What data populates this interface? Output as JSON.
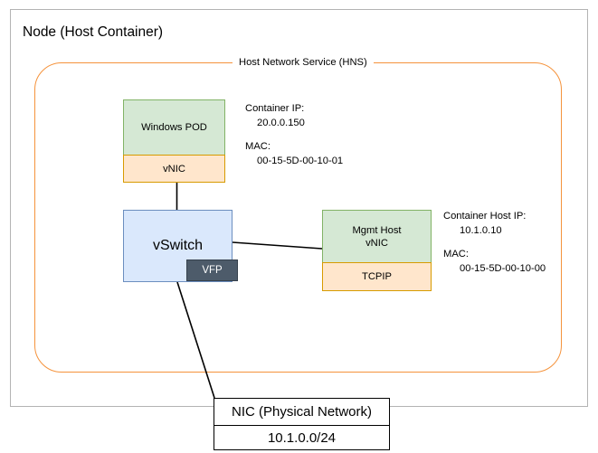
{
  "node": {
    "title": "Node (Host Container)"
  },
  "hns": {
    "label": "Host Network Service (HNS)"
  },
  "pod": {
    "body_label": "Windows POD",
    "vnic_label": "vNIC",
    "annotation": {
      "ip_key": "Container IP:",
      "ip_value": "20.0.0.150",
      "mac_key": "MAC:",
      "mac_value": "00-15-5D-00-10-01"
    }
  },
  "vswitch": {
    "label": "vSwitch",
    "vfp_label": "VFP"
  },
  "mgmt_host": {
    "body_line1": "Mgmt Host",
    "body_line2": "vNIC",
    "tcpip_label": "TCPIP",
    "annotation": {
      "ip_key": "Container Host IP:",
      "ip_value": "10.1.0.10",
      "mac_key": "MAC:",
      "mac_value": "00-15-5D-00-10-00"
    }
  },
  "physical_nic": {
    "title": "NIC (Physical Network)",
    "subnet": "10.1.0.0/24"
  },
  "colors": {
    "green_fill": "#d5e8d4",
    "green_stroke": "#82b366",
    "orange_fill": "#ffe6cc",
    "orange_stroke": "#d79b00",
    "blue_fill": "#dae8fc",
    "blue_stroke": "#6c8ebf",
    "vfp_fill": "#4d5b6a",
    "hns_stroke": "#f5933c",
    "node_stroke": "#b3b3b3",
    "link_stroke": "#000000"
  }
}
